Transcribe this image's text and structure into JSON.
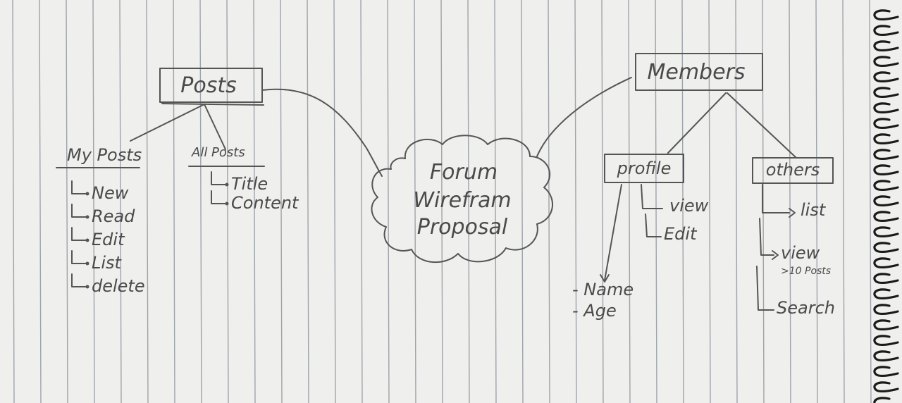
{
  "center": {
    "line1": "Forum",
    "line2": "Wirefram",
    "line3": "Proposal"
  },
  "posts": {
    "title": "Posts",
    "my_posts": {
      "heading": "My Posts",
      "items": [
        "New",
        "Read",
        "Edit",
        "List",
        "delete"
      ]
    },
    "all_posts": {
      "heading": "All Posts",
      "items": [
        "Title",
        "Content"
      ]
    }
  },
  "members": {
    "title": "Members",
    "profile": {
      "heading": "profile",
      "items": [
        "view",
        "Edit"
      ],
      "fields": [
        "- Name",
        "- Age"
      ]
    },
    "others": {
      "heading": "others",
      "items": [
        "list",
        "view",
        "Search"
      ],
      "view_note": ">10 Posts"
    }
  }
}
